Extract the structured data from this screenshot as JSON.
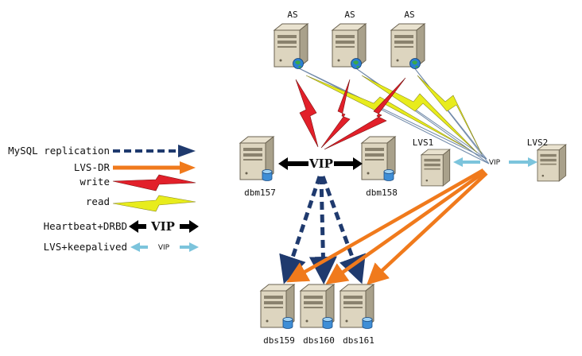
{
  "legend": {
    "mysql_replication": "MySQL replication",
    "lvs_dr": "LVS-DR",
    "write": "write",
    "read": "read",
    "heartbeat": "Heartbeat+DRBD",
    "heartbeat_vip": "VIP",
    "keepalived": "LVS+keepalived",
    "keepalived_vip": "VIP"
  },
  "nodes": {
    "as1": "AS",
    "as2": "AS",
    "as3": "AS",
    "dbm157": "dbm157",
    "dbm158": "dbm158",
    "lvs1": "LVS1",
    "lvs2": "LVS2",
    "dbs159": "dbs159",
    "dbs160": "dbs160",
    "dbs161": "dbs161"
  },
  "vip": {
    "db_vip": "VIP",
    "lvs_vip": "VIP"
  },
  "colors": {
    "replication": "#1f3a6e",
    "lvs_dr": "#f07a1c",
    "write": "#e2202a",
    "read": "#e8ec1c",
    "heartbeat": "#000000",
    "keepalived": "#7cc4dc",
    "links": "#6f88a8"
  }
}
